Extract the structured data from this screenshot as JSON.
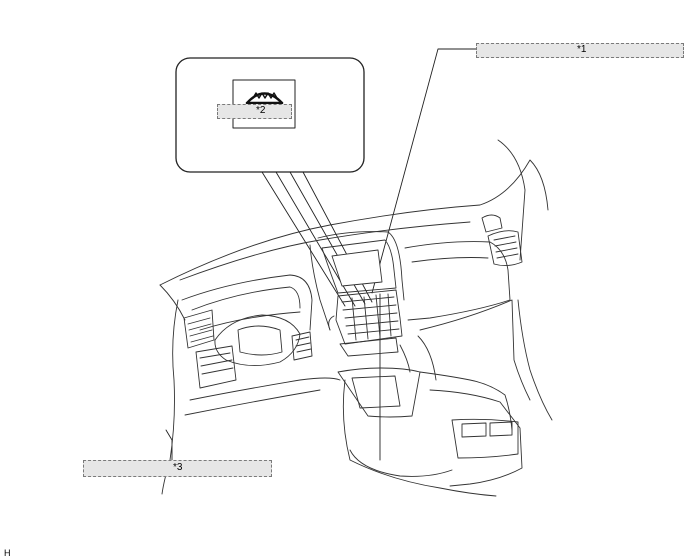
{
  "figure": {
    "code": "H",
    "callouts": [
      {
        "id": "c1",
        "text": "*1"
      },
      {
        "id": "c2",
        "text": "*2"
      },
      {
        "id": "c3",
        "text": "*3"
      }
    ]
  },
  "icon": {
    "name": "rear-defogger-icon"
  }
}
